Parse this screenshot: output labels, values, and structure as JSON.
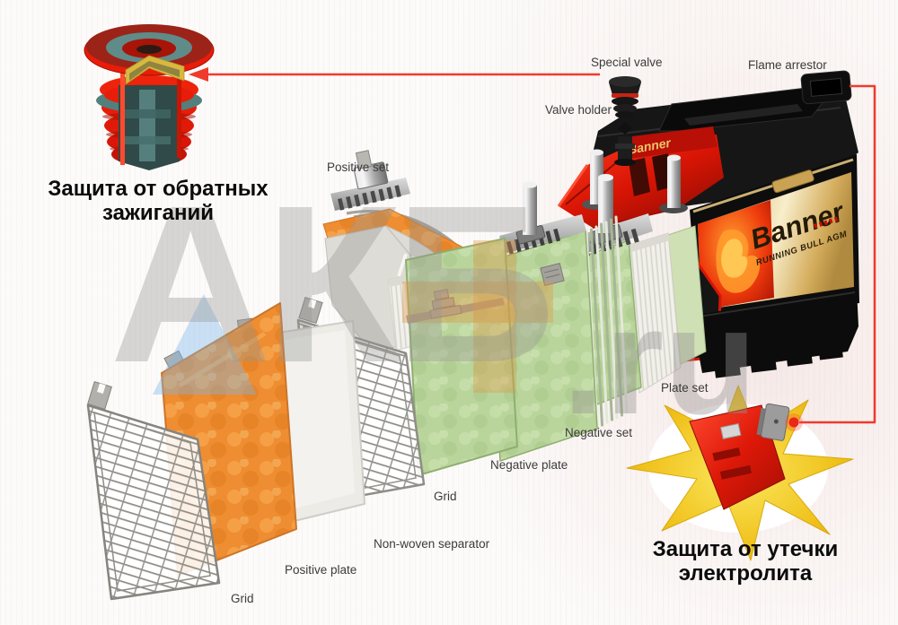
{
  "figure": {
    "watermark": {
      "text": "АКБ",
      "suffix": ".ru"
    },
    "battery": {
      "brand": "Banner",
      "series": "RUNNING BULL AGM"
    },
    "part_labels": {
      "special_valve": "Special valve",
      "valve_holder": "Valve holder",
      "flame_arrestor": "Flame arrestor",
      "positive_set": "Positive set",
      "plate_set": "Plate set",
      "negative_set": "Negative set",
      "negative_plate": "Negative plate",
      "grid_top": "Grid",
      "non_woven_separator": "Non-woven separator",
      "positive_plate": "Positive plate",
      "grid_bottom": "Grid"
    },
    "feature_callouts": {
      "backfire": {
        "line1": "Защита от обратных",
        "line2": "зажиганий"
      },
      "leak": {
        "line1": "Защита от утечки",
        "line2": "электролита"
      }
    },
    "colors": {
      "callout_line": "#ef3b2d",
      "battery_red": "#d81505",
      "positive_orange": "#ee8d31",
      "negative_green": "#b9d59c",
      "label_gold": "#e3c17c",
      "star_yellow": "#f0c21c"
    }
  }
}
